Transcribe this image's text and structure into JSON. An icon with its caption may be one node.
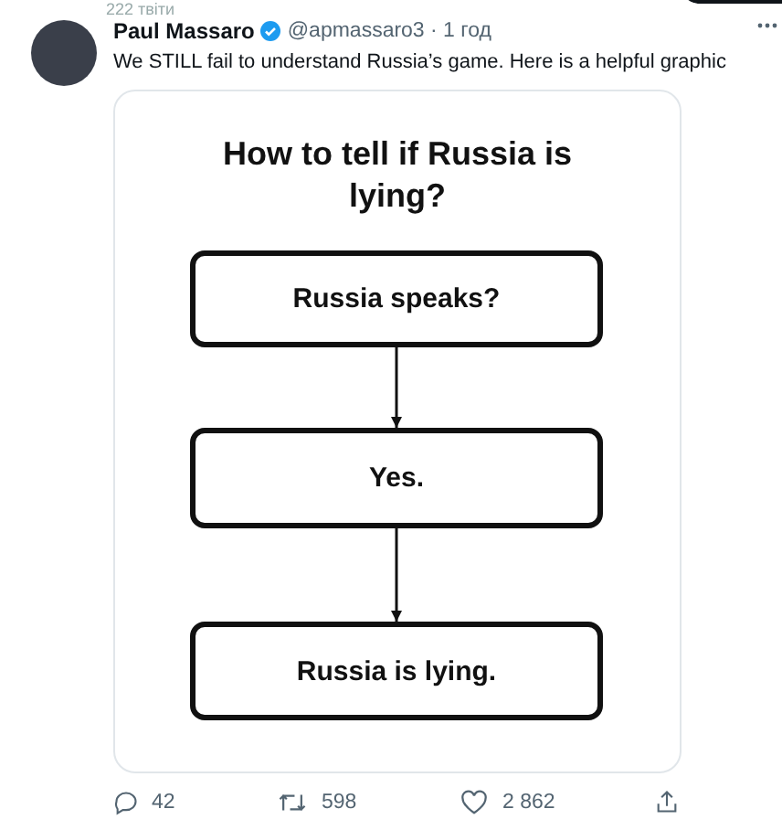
{
  "diagram": {
    "title": "How to tell if Russia is lying?",
    "nodes": [
      {
        "text": [
          "Russia speaks?"
        ]
      },
      {
        "text": [
          "Yes."
        ]
      },
      {
        "text": [
          "Russia is lying."
        ]
      }
    ],
    "edges": [
      {
        "from": 0,
        "to": 1,
        "arrow": "to"
      },
      {
        "from": 1,
        "to": 2,
        "arrow": "to"
      }
    ],
    "labels": [
      "222 твіти",
      "Paul Massaro",
      "@apmassaro3 · 1 год",
      "We STILL fail to understand Russia’s game. Here is a helpful graphic",
      "42",
      "598",
      "2 862"
    ]
  }
}
